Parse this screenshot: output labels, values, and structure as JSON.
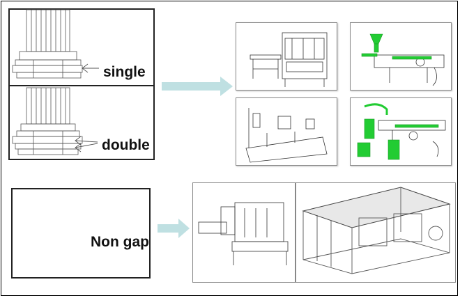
{
  "labels": {
    "single": "single",
    "double": "double",
    "non_gap": "Non gap"
  },
  "colors": {
    "arrow": "#bfe0e2",
    "green": "#22cc33",
    "line": "#333333"
  }
}
